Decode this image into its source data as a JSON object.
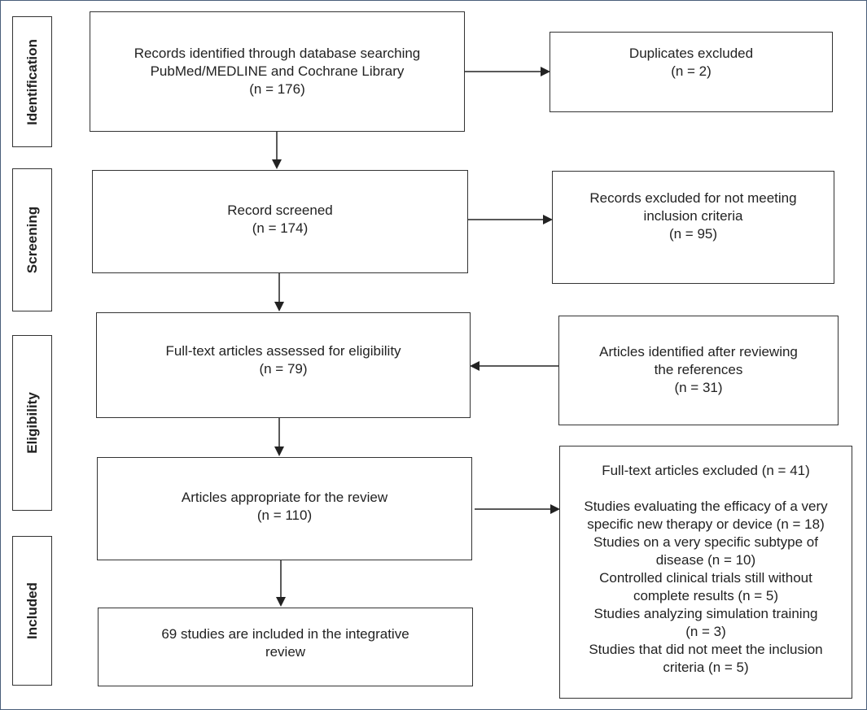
{
  "stages": {
    "identification": "Identification",
    "screening": "Screening",
    "eligibility": "Eligibility",
    "included": "Included"
  },
  "boxes": {
    "records_identified": [
      "Records identified through database searching",
      "PubMed/MEDLINE and Cochrane Library",
      "(n = 176)"
    ],
    "duplicates_excluded": [
      "Duplicates excluded",
      "(n = 2)"
    ],
    "record_screened": [
      "Record screened",
      "(n = 174)"
    ],
    "records_excluded": [
      "Records excluded for not meeting",
      "inclusion criteria",
      "(n = 95)"
    ],
    "fulltext_assessed": [
      "Full-text articles assessed for eligibility",
      "(n = 79)"
    ],
    "articles_identified_references": [
      "Articles identified after reviewing",
      "the references",
      "(n = 31)"
    ],
    "articles_appropriate": [
      "Articles appropriate for the review",
      "(n = 110)"
    ],
    "studies_included": [
      "69 studies are included in the integrative",
      "review"
    ],
    "fulltext_excluded": {
      "heading": "Full-text articles excluded (n = 41)",
      "lines": [
        "Studies evaluating the efficacy of a very",
        "specific new therapy or device (n = 18)",
        "Studies on a very specific subtype of",
        "disease (n = 10)",
        "Controlled clinical trials still without",
        "complete results (n = 5)",
        "Studies analyzing simulation training",
        "(n = 3)",
        "Studies that did not meet the inclusion",
        "criteria (n = 5)"
      ]
    }
  }
}
